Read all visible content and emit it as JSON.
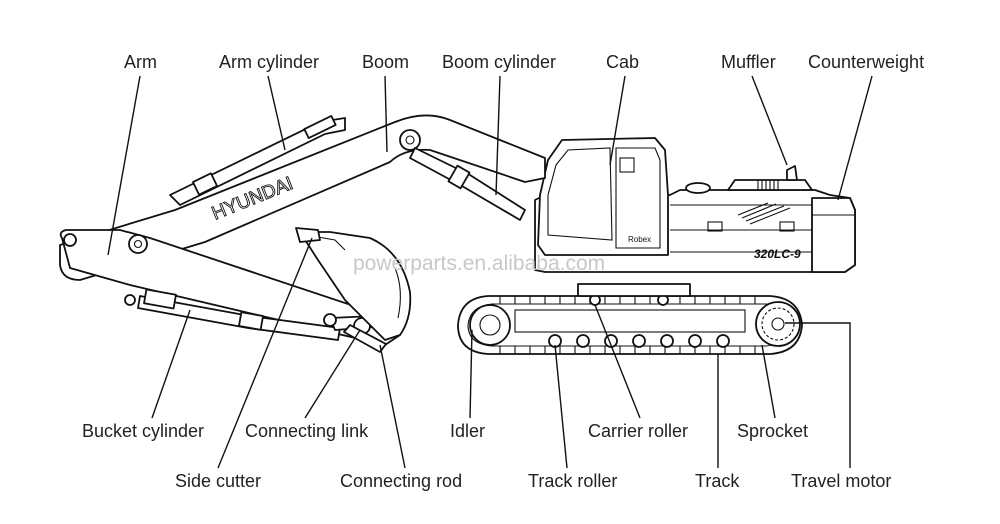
{
  "labels": {
    "arm": "Arm",
    "arm_cylinder": "Arm cylinder",
    "boom": "Boom",
    "boom_cylinder": "Boom cylinder",
    "cab": "Cab",
    "muffler": "Muffler",
    "counterweight": "Counterweight",
    "bucket_cylinder": "Bucket cylinder",
    "connecting_link": "Connecting link",
    "side_cutter": "Side cutter",
    "connecting_rod": "Connecting rod",
    "idler": "Idler",
    "carrier_roller": "Carrier roller",
    "sprocket": "Sprocket",
    "track_roller": "Track roller",
    "track": "Track",
    "travel_motor": "Travel motor"
  },
  "machine": {
    "brand": "HYUNDAI",
    "model": "320LC-9",
    "cab_badge": "Robex"
  },
  "watermark": "powerparts.en.alibaba.com"
}
